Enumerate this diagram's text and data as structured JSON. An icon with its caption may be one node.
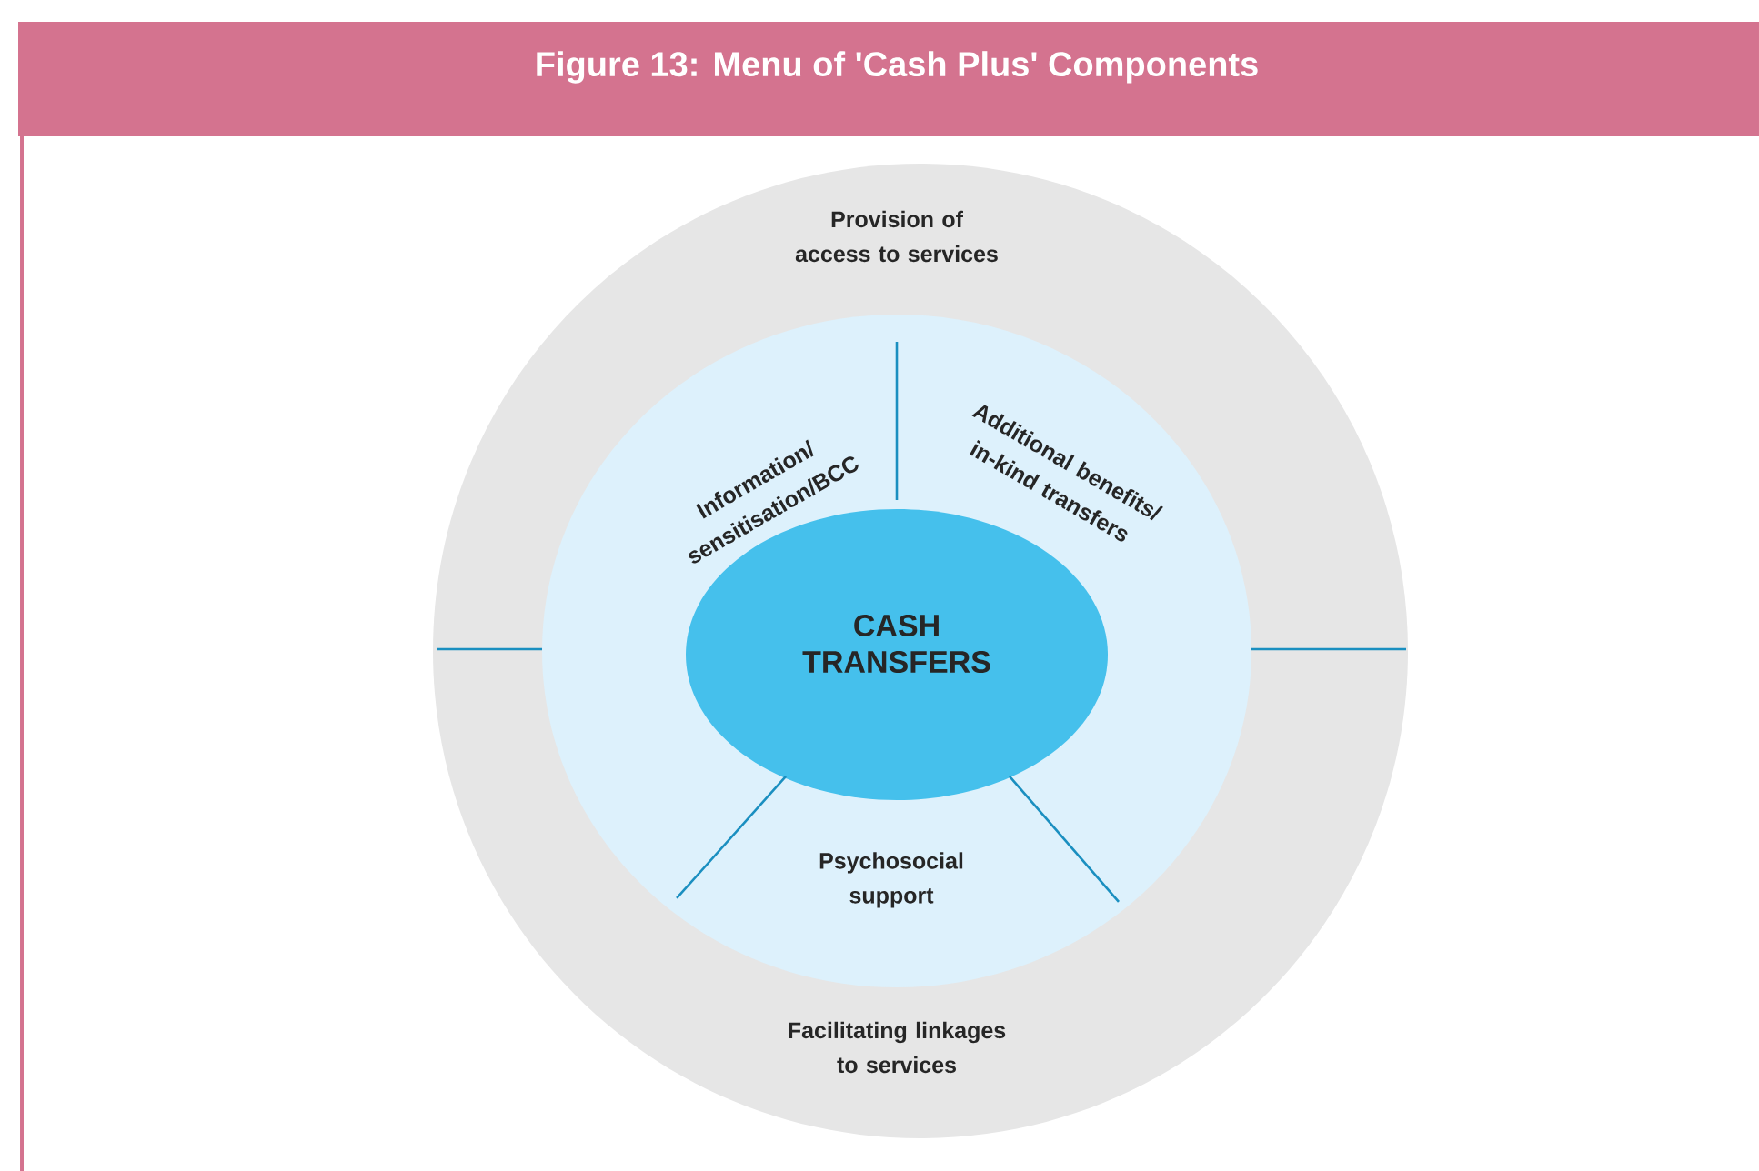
{
  "diagram": {
    "title": "Figure 13: Menu of 'Cash Plus' Components",
    "nodes": [
      {
        "text": [
          "Provision of access to services",
          "Facilitating linkages to services"
        ]
      },
      {
        "text": [
          "Information/ sensitisation/BCC",
          "Additional benefits/ in-kind transfers",
          "Psychosocial support"
        ],
        "in": 0
      },
      {
        "text": [
          "CASH TRANSFERS"
        ],
        "in": 1
      }
    ]
  }
}
